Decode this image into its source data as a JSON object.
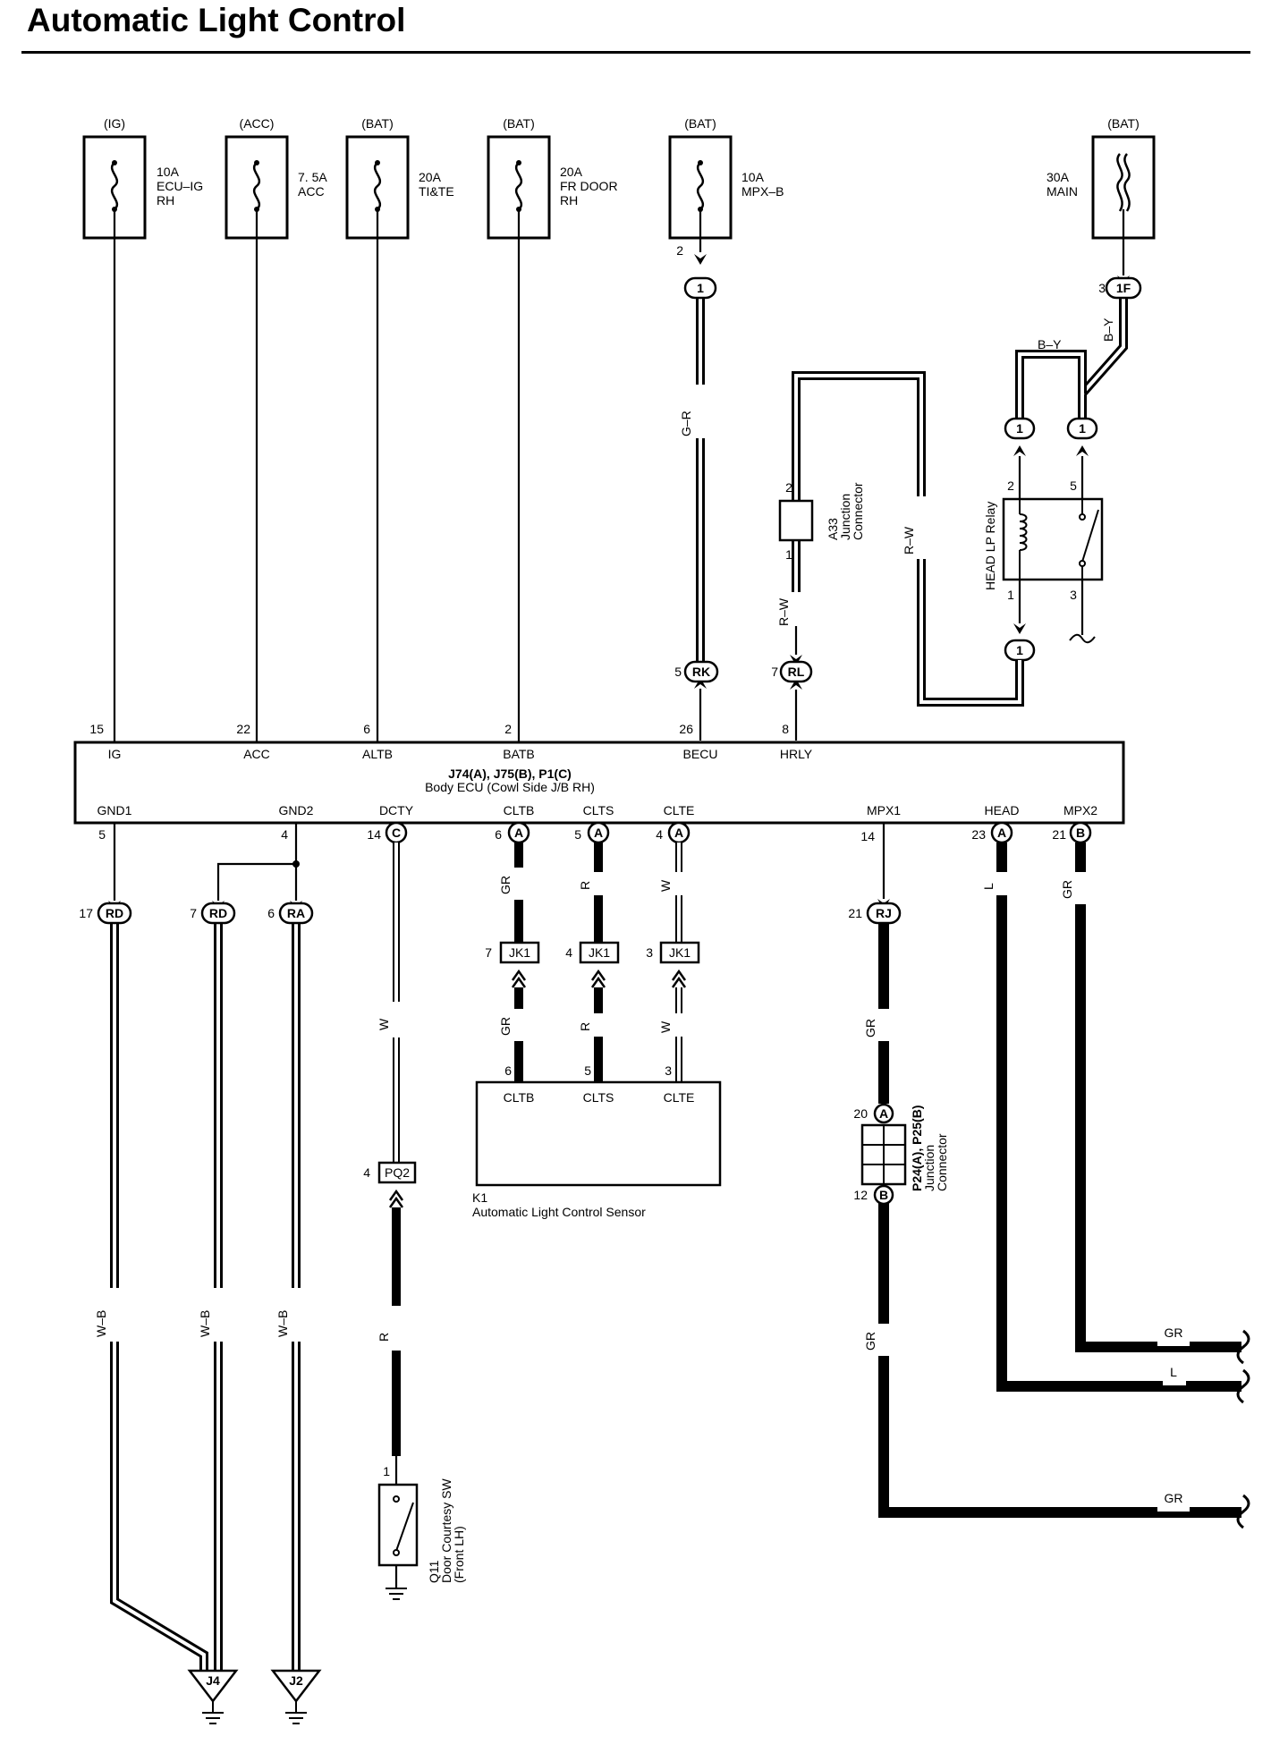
{
  "title": "Automatic Light Control",
  "fuses": [
    {
      "source": "(IG)",
      "rating": "10A",
      "name1": "ECU–IG",
      "name2": "RH"
    },
    {
      "source": "(ACC)",
      "rating": "7. 5A",
      "name1": "ACC",
      "name2": ""
    },
    {
      "source": "(BAT)",
      "rating": "20A",
      "name1": "TI&TE",
      "name2": ""
    },
    {
      "source": "(BAT)",
      "rating": "20A",
      "name1": "FR DOOR",
      "name2": "RH"
    },
    {
      "source": "(BAT)",
      "rating": "10A",
      "name1": "MPX–B",
      "name2": ""
    },
    {
      "source": "(BAT)",
      "rating": "30A",
      "name1": "MAIN",
      "name2": ""
    }
  ],
  "ecu": {
    "name_line1": "J74(A), J75(B), P1(C)",
    "name_line2": "Body ECU (Cowl Side J/B RH)",
    "top_terminals": [
      {
        "pin": "15",
        "label": "IG"
      },
      {
        "pin": "22",
        "label": "ACC"
      },
      {
        "pin": "6",
        "label": "ALTB"
      },
      {
        "pin": "2",
        "label": "BATB"
      },
      {
        "pin": "26",
        "label": "BECU"
      },
      {
        "pin": "8",
        "label": "HRLY"
      }
    ],
    "bottom_terminals": [
      {
        "pin": "5",
        "label": "GND1",
        "conn": ""
      },
      {
        "pin": "4",
        "label": "GND2",
        "conn": ""
      },
      {
        "pin": "14",
        "label": "DCTY",
        "conn": "C"
      },
      {
        "pin": "6",
        "label": "CLTB",
        "conn": "A"
      },
      {
        "pin": "5",
        "label": "CLTS",
        "conn": "A"
      },
      {
        "pin": "4",
        "label": "CLTE",
        "conn": "A"
      },
      {
        "pin": "14",
        "label": "MPX1",
        "conn": ""
      },
      {
        "pin": "23",
        "label": "HEAD",
        "conn": "A"
      },
      {
        "pin": "21",
        "label": "MPX2",
        "conn": "B"
      }
    ]
  },
  "connectors": {
    "mpxb_pin": "2",
    "mpxb_conn": "1",
    "main_pin": "3",
    "main_conn": "1F",
    "rk_pin": "5",
    "rk": "RK",
    "rl_pin": "7",
    "rl": "RL",
    "relay_conn": "1",
    "gnd1_pin": "17",
    "gnd1_conn": "RD",
    "gnd_rd_pin": "7",
    "gnd_rd": "RD",
    "gnd_ra_pin": "6",
    "gnd_ra": "RA",
    "rj_pin": "21",
    "rj": "RJ",
    "jk1": "JK1",
    "jk1_pins": [
      "7",
      "4",
      "3"
    ],
    "pq2_pin": "4",
    "pq2": "PQ2",
    "p24_pin_a": "20",
    "p24_conn_a": "A",
    "p24_pin_b": "12",
    "p24_conn_b": "B",
    "q11_pin": "1"
  },
  "wire_colors": {
    "gr": "GR",
    "r": "R",
    "w": "W",
    "l": "L",
    "wb": "W–B",
    "gr2": "G–R",
    "rw": "R–W",
    "by": "B–Y"
  },
  "components": {
    "a33_line1": "A33",
    "a33_line2": "Junction",
    "a33_line3": "Connector",
    "a33_pin_top": "2",
    "a33_pin_bottom": "1",
    "relay_name": "HEAD LP Relay",
    "relay_pins": [
      "2",
      "5",
      "1",
      "3"
    ],
    "sensor_code": "K1",
    "sensor_name": "Automatic Light Control Sensor",
    "sensor_terminals": [
      {
        "pin": "6",
        "label": "CLTB"
      },
      {
        "pin": "5",
        "label": "CLTS"
      },
      {
        "pin": "3",
        "label": "CLTE"
      }
    ],
    "p24_line1": "P24(A), P25(B)",
    "p24_line2": "Junction",
    "p24_line3": "Connector",
    "q11_code": "Q11",
    "q11_line1": "Door Courtesy SW",
    "q11_line2": "(Front LH)",
    "ground_j4": "J4",
    "ground_j2": "J2"
  }
}
